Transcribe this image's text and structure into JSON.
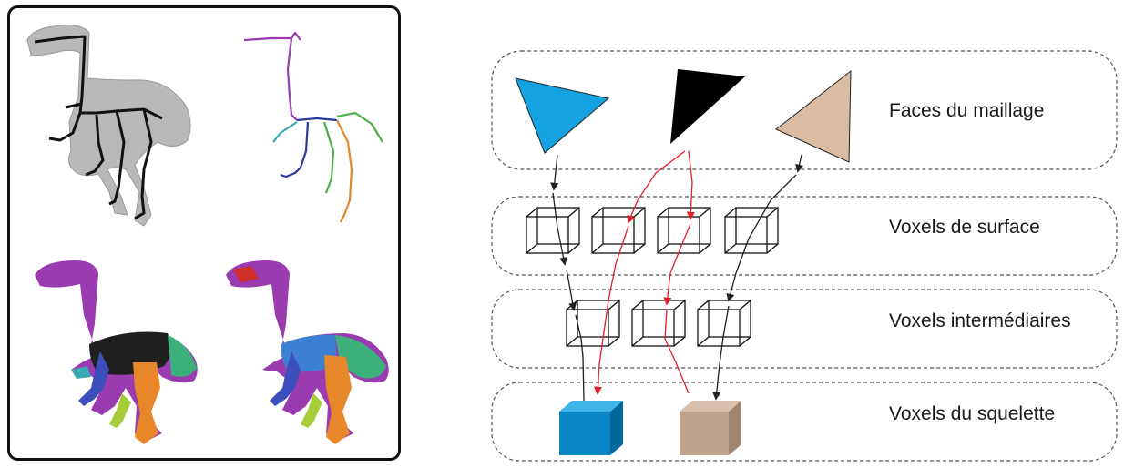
{
  "layers": [
    {
      "label": "Faces du maillage"
    },
    {
      "label": "Voxels de surface"
    },
    {
      "label": "Voxels intermédiaires"
    },
    {
      "label": "Voxels du squelette"
    }
  ],
  "colors": {
    "face_blue": "#14a3e0",
    "face_black": "#000000",
    "face_tan": "#d9bca2",
    "voxel_blue": "#0b86c4",
    "voxel_tan": "#bfa38c",
    "arrow_red": "#e0202a",
    "arrow_dark": "#222222",
    "skeleton_purple": "#9a3cb0",
    "skeleton_orange": "#e8862a",
    "skeleton_green": "#4fb04a",
    "skeleton_navy": "#2a3a9a",
    "skeleton_teal": "#3aa8b0"
  },
  "left_panel_figures": [
    "grey-mesh-with-black-skeleton",
    "colored-curve-skeleton",
    "segmented-mesh-with-dark-torso",
    "segmented-mesh-final"
  ]
}
